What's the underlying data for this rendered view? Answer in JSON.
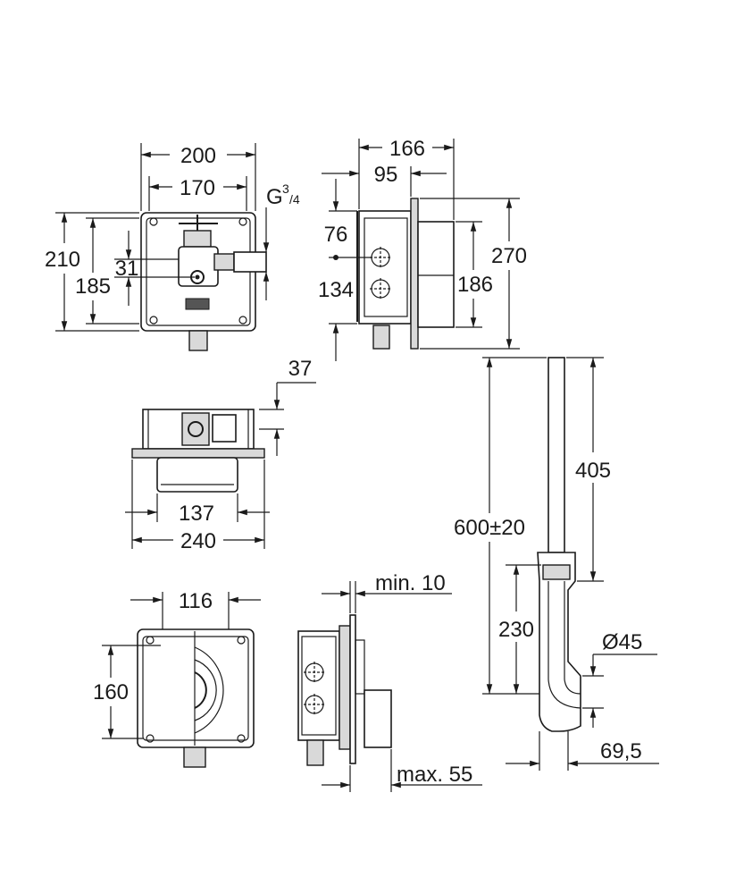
{
  "dimensions": {
    "front_width_200": "200",
    "front_width_170": "170",
    "thread_g": "G",
    "thread_sup": "3",
    "thread_sub": "/4",
    "front_height_210": "210",
    "front_height_185": "185",
    "front_offset_31": "31",
    "side_depth_166": "166",
    "side_depth_95": "95",
    "side_76": "76",
    "side_134": "134",
    "side_height_270": "270",
    "side_height_186": "186",
    "top_37": "37",
    "top_137": "137",
    "top_240": "240",
    "bottom_116": "116",
    "bottom_160": "160",
    "min_10": "min. 10",
    "max_55": "max. 55",
    "pipe_405": "405",
    "pipe_600": "600±20",
    "pipe_230": "230",
    "pipe_dia_45": "Ø45",
    "pipe_69_5": "69,5"
  }
}
